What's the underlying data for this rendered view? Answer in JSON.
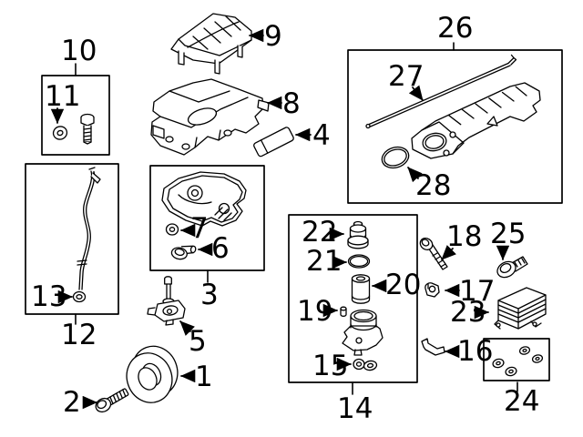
{
  "diagram": {
    "description": "Exploded engine parts diagram with numbered callouts 1-28",
    "labels": {
      "p1": "1",
      "p2": "2",
      "p3": "3",
      "p4": "4",
      "p5": "5",
      "p6": "6",
      "p7": "7",
      "p8": "8",
      "p9": "9",
      "p10": "10",
      "p11": "11",
      "p12": "12",
      "p13": "13",
      "p14": "14",
      "p15": "15",
      "p16": "16",
      "p17": "17",
      "p18": "18",
      "p19": "19",
      "p20": "20",
      "p21": "21",
      "p22": "22",
      "p23": "23",
      "p24": "24",
      "p25": "25",
      "p26": "26",
      "p27": "27",
      "p28": "28"
    }
  },
  "colors": {
    "line": "#000000",
    "background": "#ffffff"
  }
}
